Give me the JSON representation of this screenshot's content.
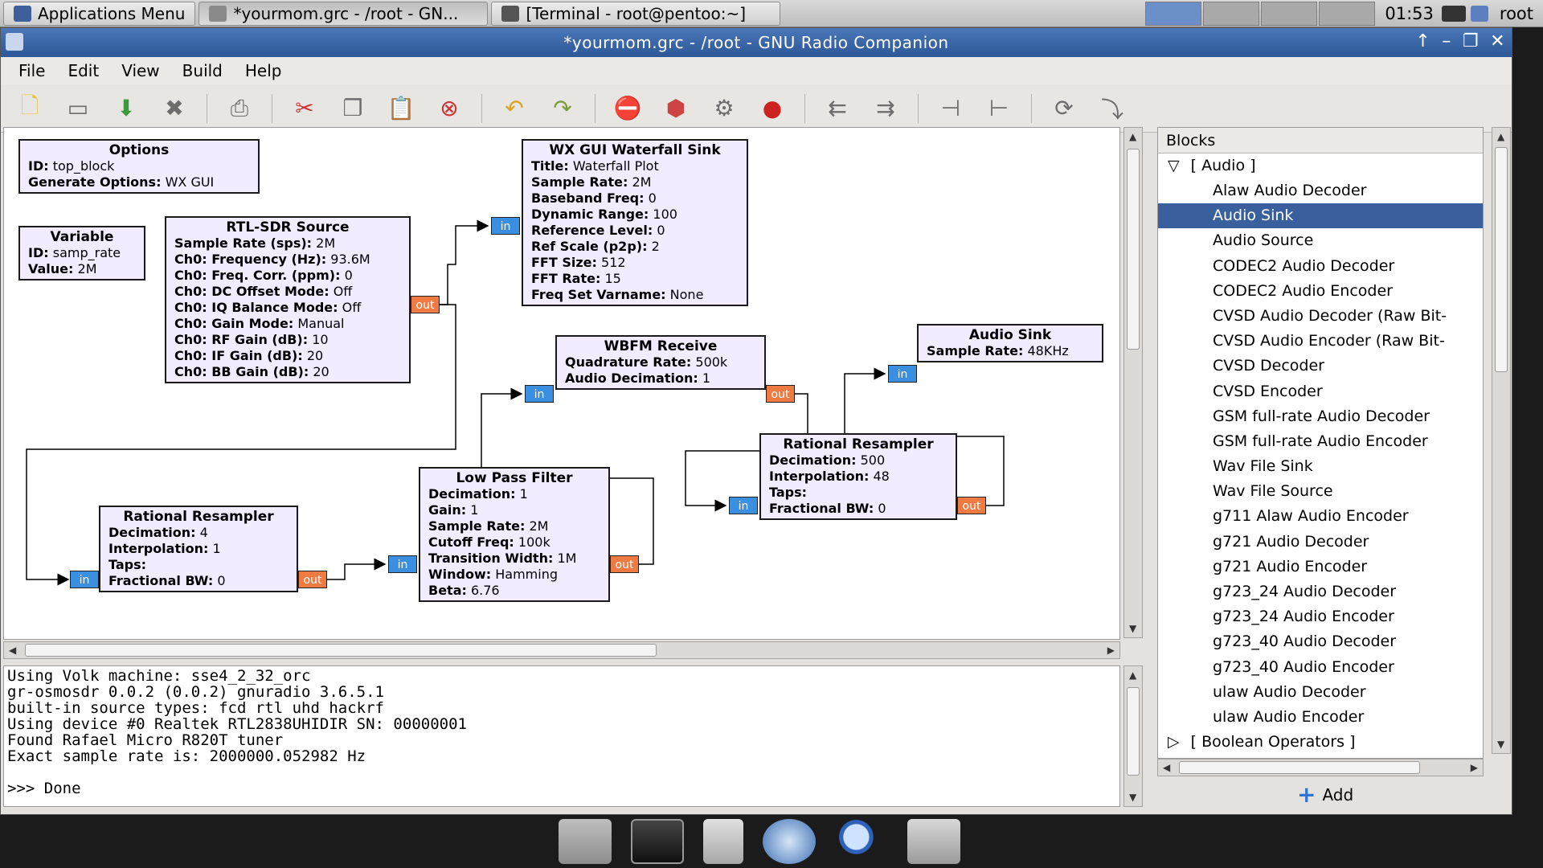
{
  "top_panel": {
    "app_menu": "Applications Menu",
    "tasks": [
      "*yourmom.grc - /root - GN...",
      "[Terminal - root@pentoo:~]"
    ],
    "clock": "01:53",
    "user": "root"
  },
  "window": {
    "title": "*yourmom.grc - /root - GNU Radio Companion",
    "menu": [
      "File",
      "Edit",
      "View",
      "Build",
      "Help"
    ]
  },
  "flowgraph": {
    "options": {
      "title": "Options",
      "rows": [
        [
          "ID:",
          "top_block"
        ],
        [
          "Generate Options:",
          "WX GUI"
        ]
      ]
    },
    "variable": {
      "title": "Variable",
      "rows": [
        [
          "ID:",
          "samp_rate"
        ],
        [
          "Value:",
          "2M"
        ]
      ]
    },
    "rtl_sdr": {
      "title": "RTL-SDR Source",
      "rows": [
        [
          "Sample Rate (sps):",
          "2M"
        ],
        [
          "Ch0: Frequency (Hz):",
          "93.6M"
        ],
        [
          "Ch0: Freq. Corr. (ppm):",
          "0"
        ],
        [
          "Ch0: DC Offset Mode:",
          "Off"
        ],
        [
          "Ch0: IQ Balance Mode:",
          "Off"
        ],
        [
          "Ch0: Gain Mode:",
          "Manual"
        ],
        [
          "Ch0: RF Gain (dB):",
          "10"
        ],
        [
          "Ch0: IF Gain (dB):",
          "20"
        ],
        [
          "Ch0: BB Gain (dB):",
          "20"
        ]
      ]
    },
    "waterfall": {
      "title": "WX GUI Waterfall Sink",
      "rows": [
        [
          "Title:",
          "Waterfall Plot"
        ],
        [
          "Sample Rate:",
          "2M"
        ],
        [
          "Baseband Freq:",
          "0"
        ],
        [
          "Dynamic Range:",
          "100"
        ],
        [
          "Reference Level:",
          "0"
        ],
        [
          "Ref Scale (p2p):",
          "2"
        ],
        [
          "FFT Size:",
          "512"
        ],
        [
          "FFT Rate:",
          "15"
        ],
        [
          "Freq Set Varname:",
          "None"
        ]
      ]
    },
    "wbfm": {
      "title": "WBFM Receive",
      "rows": [
        [
          "Quadrature Rate:",
          "500k"
        ],
        [
          "Audio Decimation:",
          "1"
        ]
      ]
    },
    "audio_sink": {
      "title": "Audio Sink",
      "rows": [
        [
          "Sample Rate:",
          "48KHz"
        ]
      ]
    },
    "resampler2": {
      "title": "Rational Resampler",
      "rows": [
        [
          "Decimation:",
          "500"
        ],
        [
          "Interpolation:",
          "48"
        ],
        [
          "Taps:",
          ""
        ],
        [
          "Fractional BW:",
          "0"
        ]
      ]
    },
    "resampler1": {
      "title": "Rational Resampler",
      "rows": [
        [
          "Decimation:",
          "4"
        ],
        [
          "Interpolation:",
          "1"
        ],
        [
          "Taps:",
          ""
        ],
        [
          "Fractional BW:",
          "0"
        ]
      ]
    },
    "lpf": {
      "title": "Low Pass Filter",
      "rows": [
        [
          "Decimation:",
          "1"
        ],
        [
          "Gain:",
          "1"
        ],
        [
          "Sample Rate:",
          "2M"
        ],
        [
          "Cutoff Freq:",
          "100k"
        ],
        [
          "Transition Width:",
          "1M"
        ],
        [
          "Window:",
          "Hamming"
        ],
        [
          "Beta:",
          "6.76"
        ]
      ]
    },
    "port_in": "in",
    "port_out": "out"
  },
  "console": {
    "lines": [
      "Using Volk machine: sse4_2_32_orc",
      "gr-osmosdr 0.0.2 (0.0.2) gnuradio 3.6.5.1",
      "built-in source types: fcd rtl uhd hackrf",
      "Using device #0 Realtek RTL2838UHIDIR SN: 00000001",
      "Found Rafael Micro R820T tuner",
      "Exact sample rate is: 2000000.052982 Hz",
      "",
      ">>> Done"
    ]
  },
  "blocks_panel": {
    "header": "Blocks",
    "category_open": "[ Audio ]",
    "items": [
      "Alaw Audio Decoder",
      "Audio Sink",
      "Audio Source",
      "CODEC2 Audio Decoder",
      "CODEC2 Audio Encoder",
      "CVSD Audio Decoder (Raw Bit-",
      "CVSD Audio Encoder (Raw Bit-",
      "CVSD Decoder",
      "CVSD Encoder",
      "GSM full-rate Audio Decoder",
      "GSM full-rate Audio Encoder",
      "Wav File Sink",
      "Wav File Source",
      "g711 Alaw Audio Encoder",
      "g721 Audio Decoder",
      "g721 Audio Encoder",
      "g723_24 Audio Decoder",
      "g723_24 Audio Encoder",
      "g723_40 Audio Decoder",
      "g723_40 Audio Encoder",
      "ulaw Audio Decoder",
      "ulaw Audio Encoder"
    ],
    "selected": "Audio Sink",
    "category_closed": "[ Boolean Operators ]",
    "add_label": "Add"
  },
  "colors": {
    "block_fill": "#f1ecff",
    "port_in": "#3b8fe0",
    "port_out": "#ef7a42",
    "selection": "#3a5f9d",
    "titlebar": "#2d5797"
  }
}
